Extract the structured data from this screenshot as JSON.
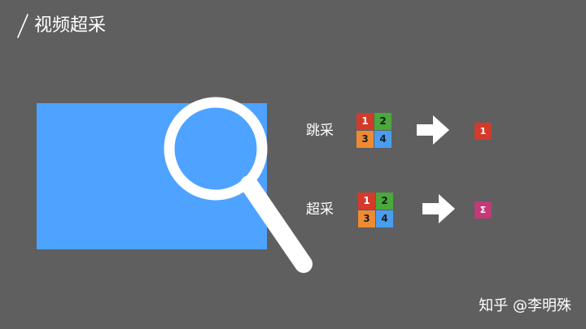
{
  "header": {
    "title": "视频超采"
  },
  "rows": [
    {
      "label": "跳采",
      "grid": [
        {
          "text": "1",
          "color": "#d33a2c",
          "text_color": "#ffffff"
        },
        {
          "text": "2",
          "color": "#4aa83c",
          "text_color": "#1b1b1b"
        },
        {
          "text": "3",
          "color": "#ee8b32",
          "text_color": "#1b1b1b"
        },
        {
          "text": "4",
          "color": "#4a9dee",
          "text_color": "#1b1b1b"
        }
      ],
      "result": {
        "text": "1",
        "color": "#d33a2c",
        "text_color": "#ffffff"
      }
    },
    {
      "label": "超采",
      "grid": [
        {
          "text": "1",
          "color": "#d33a2c",
          "text_color": "#ffffff"
        },
        {
          "text": "2",
          "color": "#4aa83c",
          "text_color": "#1b1b1b"
        },
        {
          "text": "3",
          "color": "#ee8b32",
          "text_color": "#1b1b1b"
        },
        {
          "text": "4",
          "color": "#4a9dee",
          "text_color": "#1b1b1b"
        }
      ],
      "result": {
        "text": "Σ",
        "color": "#c23a78",
        "text_color": "#ffffff"
      }
    }
  ],
  "watermark": "知乎 @李明殊",
  "colors": {
    "background": "#5f5f5f",
    "image_block": "#4da3ff",
    "magnifier": "#ffffff",
    "arrow": "#ffffff",
    "text": "#ffffff"
  },
  "icons": {
    "magnifier": "magnifier-icon",
    "arrow": "right-arrow-icon"
  }
}
